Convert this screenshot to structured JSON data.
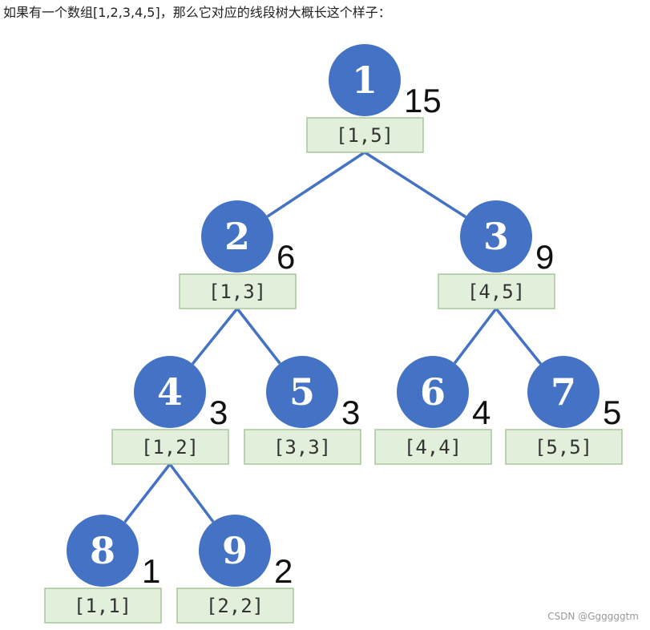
{
  "intro_text": "如果有一个数组[1,2,3,4,5]，那么它对应的线段树大概长这个样子：",
  "watermark": "CSDN @Ggggggtm",
  "colors": {
    "node": "#4472C4",
    "edge": "#4472C4",
    "box_fill": "#E2EFDA",
    "box_stroke": "#A8C59C"
  },
  "tree": {
    "nodes": [
      {
        "id": "1",
        "sum": "15",
        "range": "[1,5]"
      },
      {
        "id": "2",
        "sum": "6",
        "range": "[1,3]"
      },
      {
        "id": "3",
        "sum": "9",
        "range": "[4,5]"
      },
      {
        "id": "4",
        "sum": "3",
        "range": "[1,2]"
      },
      {
        "id": "5",
        "sum": "3",
        "range": "[3,3]"
      },
      {
        "id": "6",
        "sum": "4",
        "range": "[4,4]"
      },
      {
        "id": "7",
        "sum": "5",
        "range": "[5,5]"
      },
      {
        "id": "8",
        "sum": "1",
        "range": "[1,1]"
      },
      {
        "id": "9",
        "sum": "2",
        "range": "[2,2]"
      }
    ],
    "edges": [
      [
        "1",
        "2"
      ],
      [
        "1",
        "3"
      ],
      [
        "2",
        "4"
      ],
      [
        "2",
        "5"
      ],
      [
        "3",
        "6"
      ],
      [
        "3",
        "7"
      ],
      [
        "4",
        "8"
      ],
      [
        "4",
        "9"
      ]
    ]
  }
}
